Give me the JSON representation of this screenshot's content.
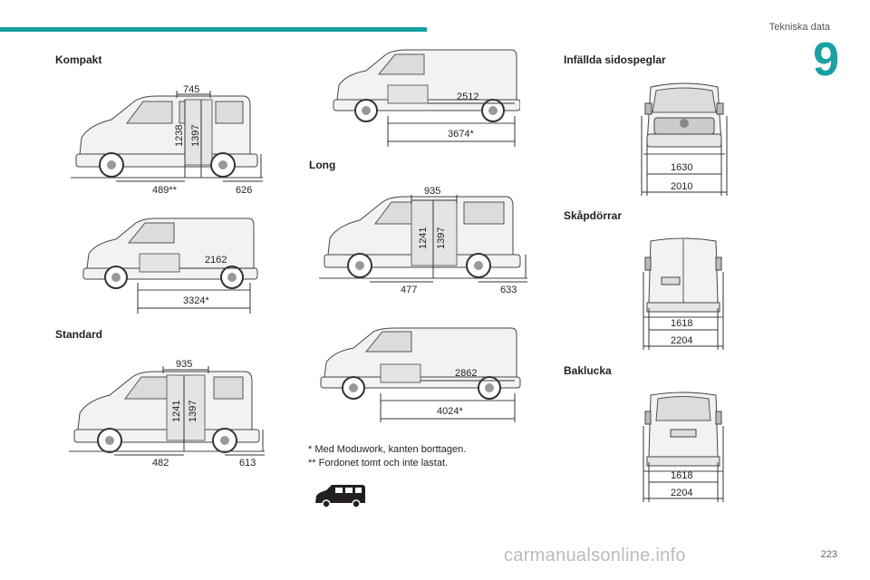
{
  "header": {
    "section_title": "Tekniska data",
    "chapter_number": "9"
  },
  "sections": {
    "kompakt": "Kompakt",
    "standard": "Standard",
    "long": "Long",
    "mirrors": "Infällda sidospeglar",
    "doors": "Skåpdörrar",
    "tailgate": "Baklucka"
  },
  "dims": {
    "kompakt_side": {
      "top": "745",
      "h1": "1238",
      "h2": "1397",
      "front": "489**",
      "rear": "626"
    },
    "kompakt_van": {
      "load": "2162",
      "total": "3324*"
    },
    "standard_side": {
      "top": "935",
      "h1": "1241",
      "h2": "1397",
      "front": "482",
      "rear": "613"
    },
    "long_van_top": {
      "load": "2512",
      "total": "3674*"
    },
    "long_side": {
      "top": "935",
      "h1": "1241",
      "h2": "1397",
      "front": "477",
      "rear": "633"
    },
    "long_van_bottom": {
      "load": "2862",
      "total": "4024*"
    },
    "mirrors": {
      "inner": "1630",
      "outer": "2010"
    },
    "doors": {
      "inner": "1618",
      "outer": "2204"
    },
    "tailgate": {
      "inner": "1618",
      "outer": "2204"
    }
  },
  "notes": {
    "note1": "* Med Moduwork, kanten borttagen.",
    "note2": "** Fordonet tomt och inte lastat."
  },
  "footer": {
    "page_number": "223",
    "watermark": "carmanualsonline.info"
  }
}
